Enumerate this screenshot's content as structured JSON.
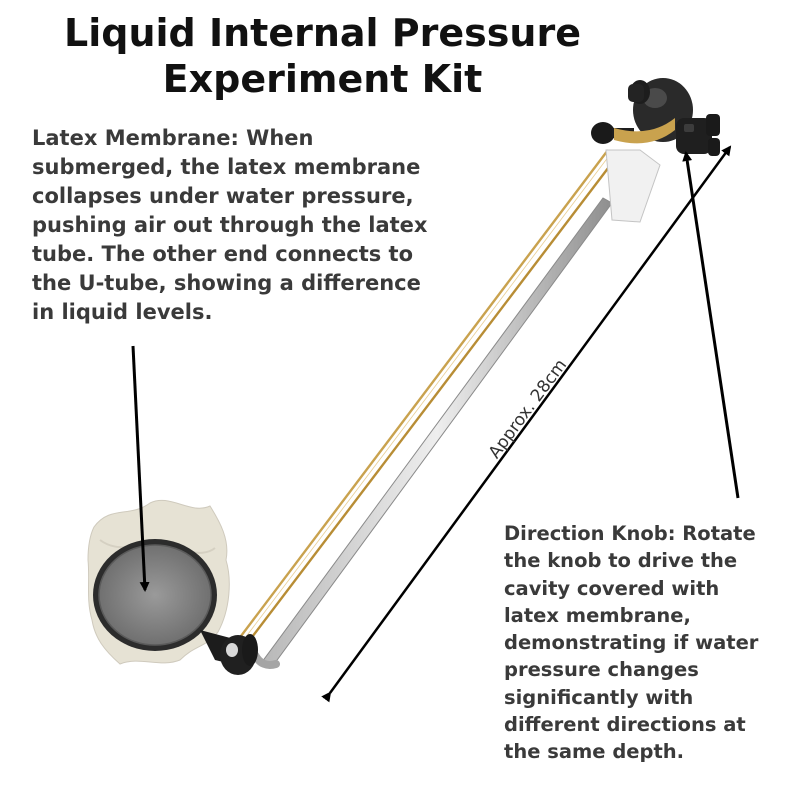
{
  "title": {
    "line1": "Liquid Internal Pressure",
    "line2": "Experiment Kit"
  },
  "membrane_callout": {
    "lines": [
      "Latex Membrane: When",
      "submerged, the latex membrane",
      "collapses under water pressure,",
      "pushing air out through the latex",
      "tube. The other end connects to",
      "the U-tube, showing a difference",
      "in liquid levels."
    ]
  },
  "knob_callout": {
    "lines": [
      "Direction Knob: Rotate",
      "the knob to drive the",
      "cavity covered with",
      "latex membrane,",
      "demonstrating if water",
      "pressure changes",
      "significantly with",
      "different directions at",
      "the same depth."
    ]
  },
  "dimension_label": "Approx. 28cm"
}
